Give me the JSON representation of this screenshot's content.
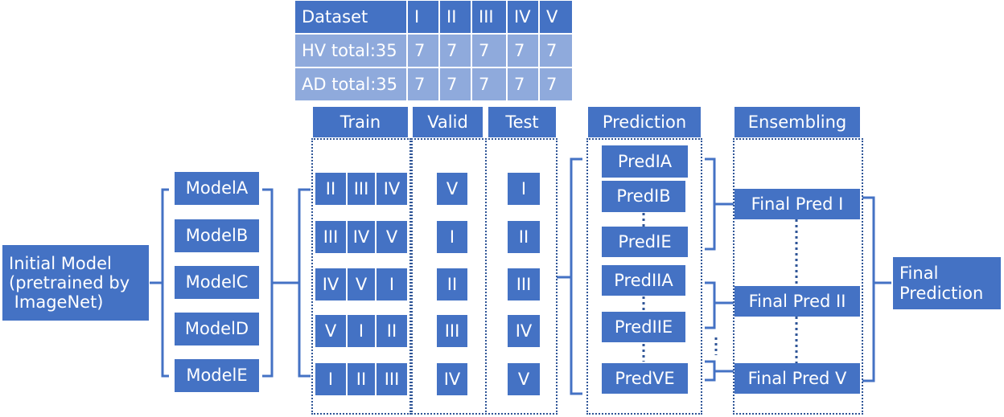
{
  "table": {
    "headers": [
      "Dataset",
      "I",
      "II",
      "III",
      "IV",
      "V"
    ],
    "rows": [
      [
        "HV total:35",
        "7",
        "7",
        "7",
        "7",
        "7"
      ],
      [
        "AD total:35",
        "7",
        "7",
        "7",
        "7",
        "7"
      ]
    ]
  },
  "headers": {
    "train": "Train",
    "valid": "Valid",
    "test": "Test",
    "prediction": "Prediction",
    "ensembling": "Ensembling"
  },
  "initial_model": [
    "Initial Model",
    "(pretrained by",
    " ImageNet)"
  ],
  "models": [
    "ModelA",
    "ModelB",
    "ModelC",
    "ModelD",
    "ModelE"
  ],
  "train_splits": [
    [
      "II",
      "III",
      "IV"
    ],
    [
      "III",
      "IV",
      "V"
    ],
    [
      "IV",
      "V",
      "I"
    ],
    [
      "V",
      "I",
      "II"
    ],
    [
      "I",
      "II",
      "III"
    ]
  ],
  "valid_splits": [
    "V",
    "I",
    "II",
    "III",
    "IV"
  ],
  "test_splits": [
    "I",
    "II",
    "III",
    "IV",
    "V"
  ],
  "predictions": [
    "PredIA",
    "PredIB",
    "PredIE",
    "PredIIA",
    "PredIIE",
    "PredVE"
  ],
  "final_preds": [
    "Final Pred I",
    "Final Pred II",
    "Final Pred V"
  ],
  "final_prediction": [
    "Final",
    "Prediction"
  ],
  "colors": {
    "box": "#4472c4",
    "row": "#8faadc",
    "line": "#4472c4",
    "dotted": "#2f5597"
  }
}
